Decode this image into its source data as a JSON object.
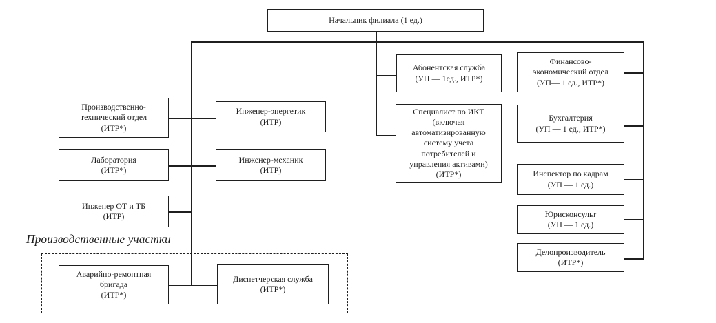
{
  "diagram": {
    "type": "org-chart",
    "root": {
      "label": "Начальник филиала (1 ед.)"
    },
    "left": {
      "pto": "Производственно-\nтехнический отдел\n(ИТР*)",
      "lab": "Лаборатория\n(ИТР*)",
      "safety": "Инженер ОТ и ТБ\n(ИТР)"
    },
    "middle": {
      "energy": "Инженер-энергетик\n(ИТР)",
      "mech": "Инженер-механик\n(ИТР)"
    },
    "production": {
      "label": "Производственные участки",
      "emergency": "Аварийно-ремонтная\nбригада\n(ИТР*)",
      "dispatch": "Диспетчерская служба\n(ИТР*)"
    },
    "center": {
      "abonent": "Абонентская служба\n(УП — 1ед., ИТР*)",
      "ikt": "Специалист по ИКТ\n(включая\nавтоматизированную\nсистему учета\nпотребителей и\nуправления активами)\n(ИТР*)"
    },
    "right": {
      "finance": "Финансово-\nэкономический отдел\n(УП— 1 ед., ИТР*)",
      "accounting": "Бухгалтерия\n(УП — 1 ед., ИТР*)",
      "hr": "Инспектор по кадрам\n(УП — 1 ед.)",
      "legal": "Юрисконсульт\n(УП — 1 ед.)",
      "clerk": "Делопроизводитель\n(ИТР*)"
    }
  },
  "colors": {
    "line": "#1f1f1f",
    "background": "#ffffff",
    "text": "#1f1f1f"
  }
}
